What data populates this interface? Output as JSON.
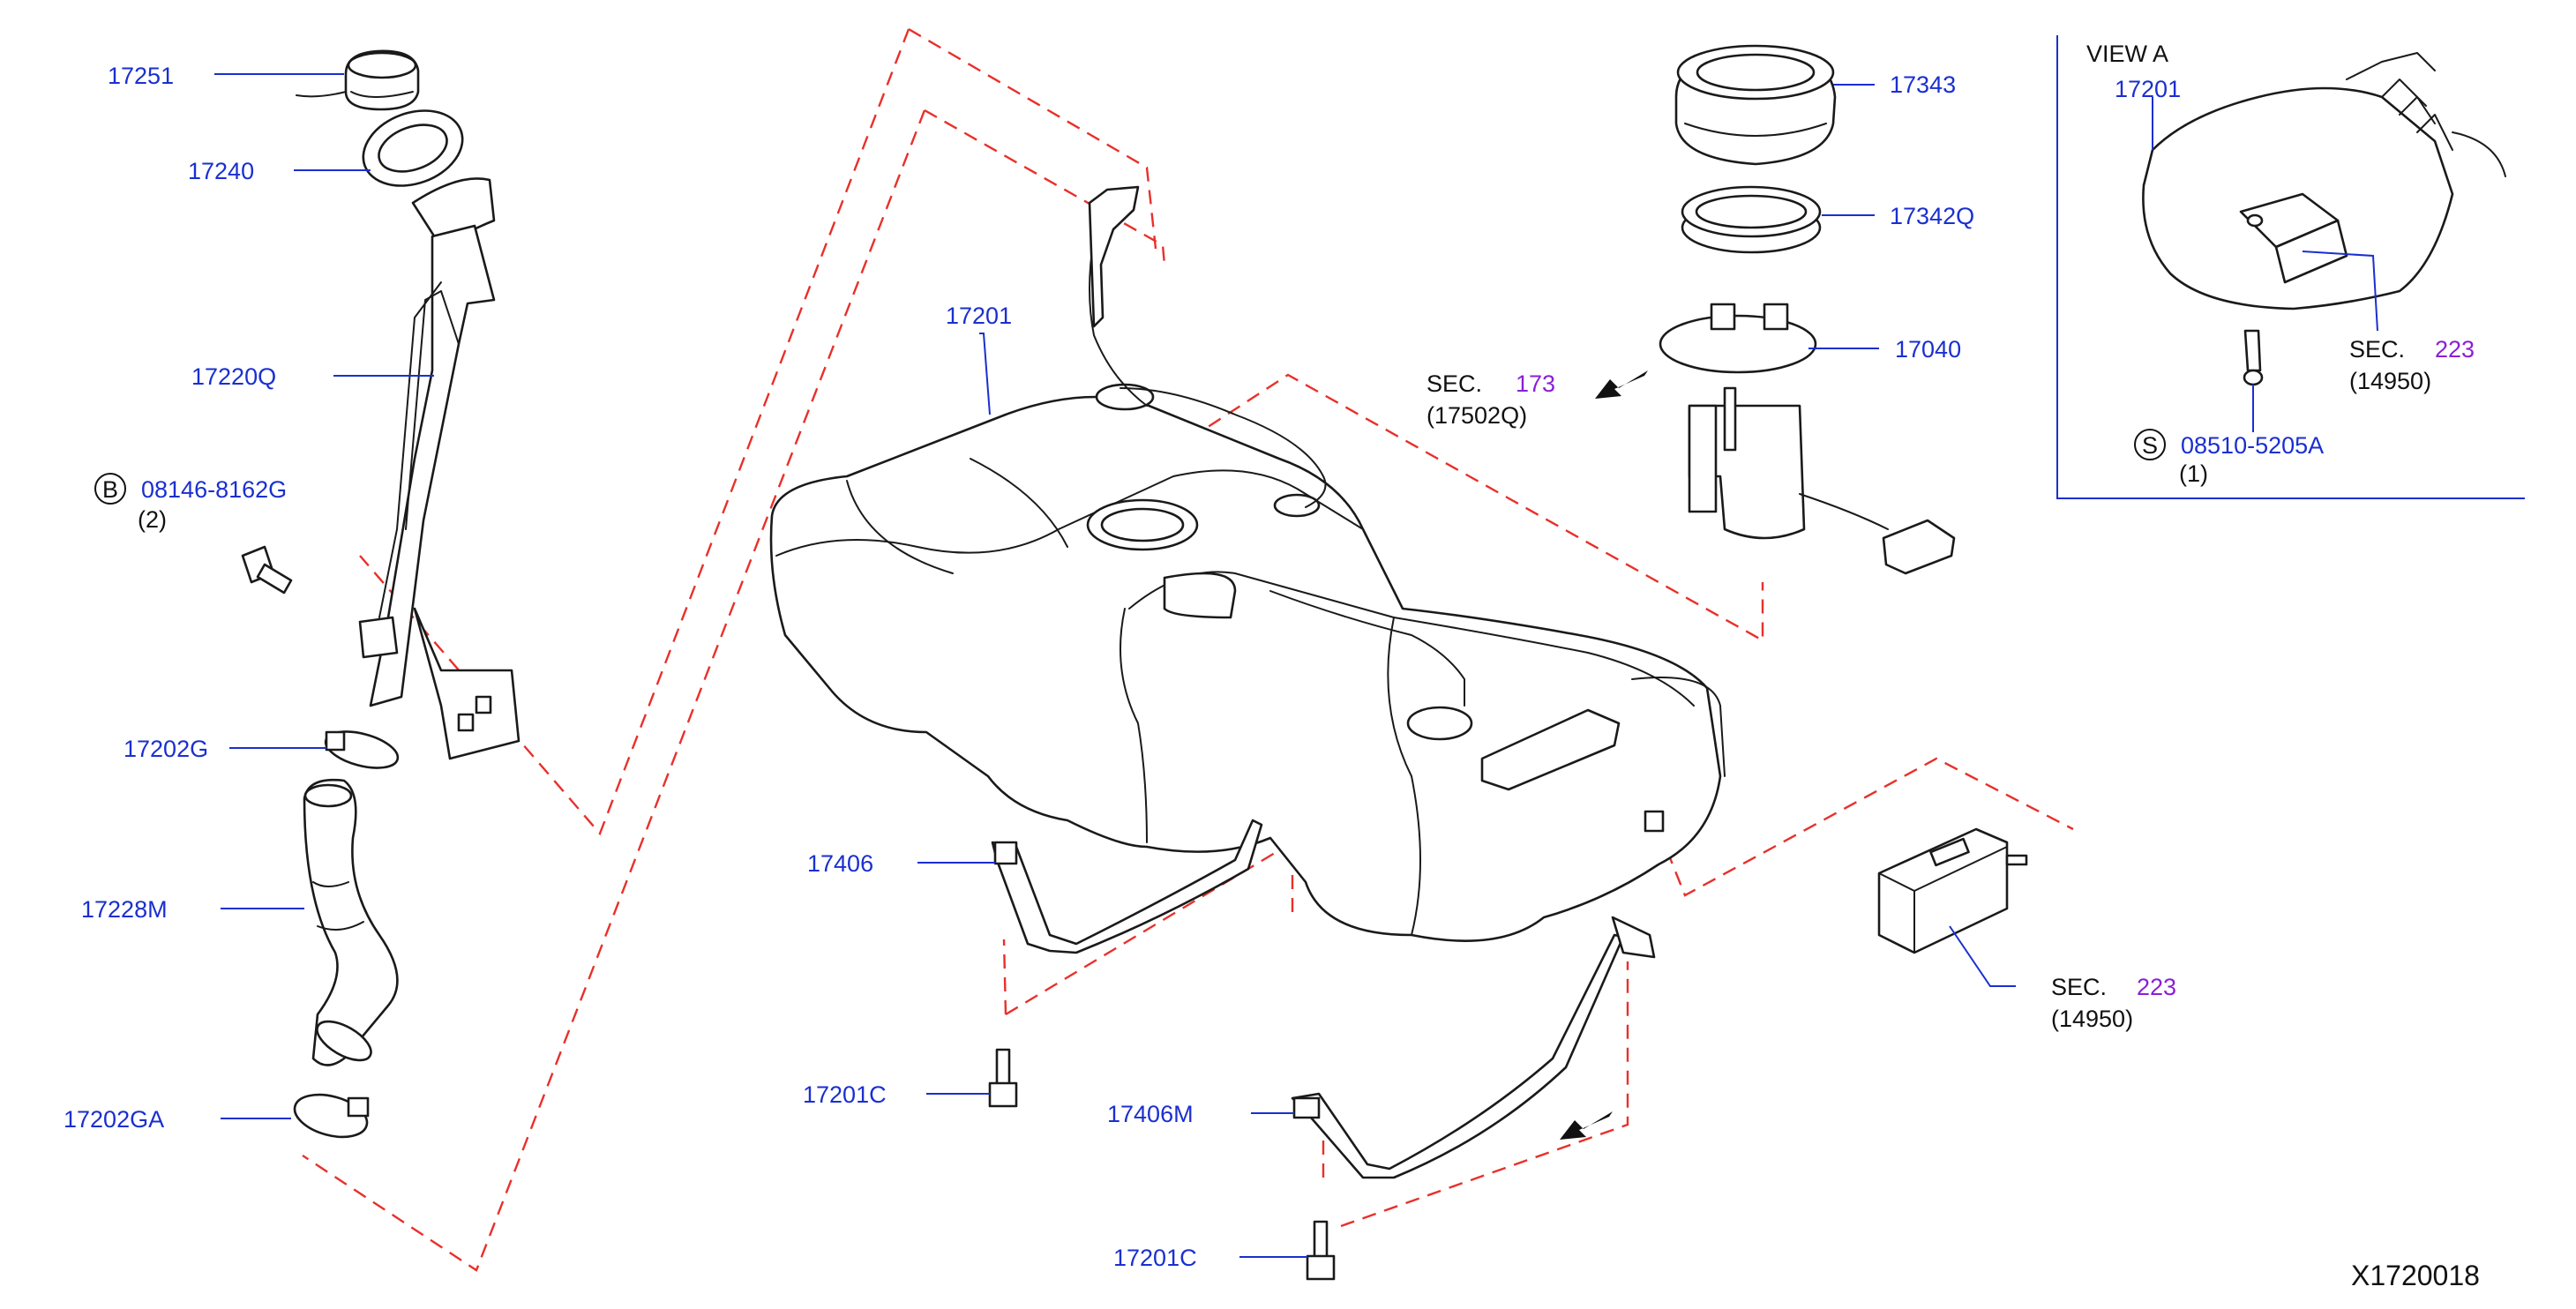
{
  "diagram": {
    "drawing_number": "X1720018",
    "view_label": "VIEW A",
    "parts": [
      {
        "id": "17251",
        "label": "17251"
      },
      {
        "id": "17240",
        "label": "17240"
      },
      {
        "id": "17220Q",
        "label": "17220Q"
      },
      {
        "id": "08146-8162G",
        "label": "08146-8162G",
        "badge": "B",
        "qty": "(2)"
      },
      {
        "id": "17202G",
        "label": "17202G"
      },
      {
        "id": "17228M",
        "label": "17228M"
      },
      {
        "id": "17202GA",
        "label": "17202GA"
      },
      {
        "id": "17201",
        "label": "17201"
      },
      {
        "id": "17406",
        "label": "17406"
      },
      {
        "id": "17201C-a",
        "label": "17201C"
      },
      {
        "id": "17406M",
        "label": "17406M"
      },
      {
        "id": "17201C-b",
        "label": "17201C"
      },
      {
        "id": "17343",
        "label": "17343"
      },
      {
        "id": "17342Q",
        "label": "17342Q"
      },
      {
        "id": "17040",
        "label": "17040"
      },
      {
        "id": "17201-view",
        "label": "17201"
      },
      {
        "id": "08510-5205A",
        "label": "08510-5205A",
        "badge": "S",
        "qty": "(1)"
      }
    ],
    "section_refs": [
      {
        "id": "sec-173",
        "prefix": "SEC.",
        "number": "173",
        "sub": "(17502Q)"
      },
      {
        "id": "sec-223-view",
        "prefix": "SEC.",
        "number": "223",
        "sub": "(14950)"
      },
      {
        "id": "sec-223-canister",
        "prefix": "SEC.",
        "number": "223",
        "sub": "(14950)"
      }
    ],
    "colors": {
      "part_number": "#1a2fd0",
      "section_number": "#8a1fd6",
      "phantom_line": "#e8302a",
      "outline": "#1a1a1a"
    }
  }
}
